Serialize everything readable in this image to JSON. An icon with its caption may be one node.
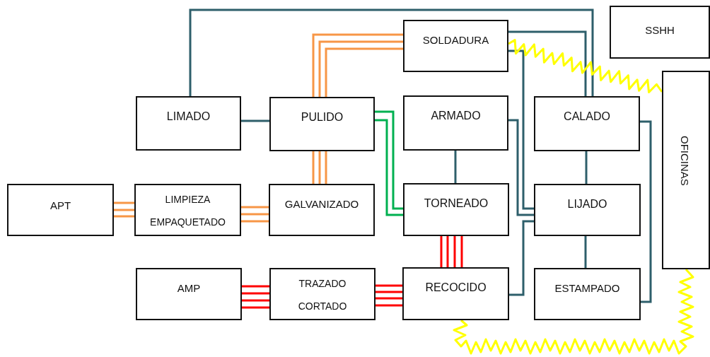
{
  "diagram": {
    "nodes": [
      {
        "text": [
          "SSHH"
        ]
      },
      {
        "text": [
          "SOLDADURA"
        ]
      },
      {
        "text": [
          "LIMADO"
        ]
      },
      {
        "text": [
          "PULIDO"
        ]
      },
      {
        "text": [
          "ARMADO"
        ]
      },
      {
        "text": [
          "CALADO"
        ]
      },
      {
        "text": [
          "OFICINAS"
        ]
      },
      {
        "text": [
          "APT"
        ]
      },
      {
        "text": [
          "LIMPIEZA EMPAQUETADO"
        ]
      },
      {
        "text": [
          "GALVANIZADO"
        ]
      },
      {
        "text": [
          "TORNEADO"
        ]
      },
      {
        "text": [
          "LIJADO"
        ]
      },
      {
        "text": [
          "AMP"
        ]
      },
      {
        "text": [
          "TRAZADO CORTADO"
        ]
      },
      {
        "text": [
          "RECOCIDO"
        ]
      },
      {
        "text": [
          "ESTAMPADO"
        ]
      }
    ],
    "edges": [
      {
        "from": 2,
        "to": 5,
        "arrow": "none",
        "color": "#2e5f6b"
      },
      {
        "from": 2,
        "to": 3,
        "arrow": "none",
        "color": "#2e5f6b"
      },
      {
        "from": 1,
        "to": 5,
        "arrow": "none",
        "color": "#2e5f6b"
      },
      {
        "from": 1,
        "to": 11,
        "arrow": "none",
        "color": "#2e5f6b"
      },
      {
        "from": 4,
        "to": 11,
        "arrow": "none",
        "color": "#2e5f6b"
      },
      {
        "from": 14,
        "to": 11,
        "arrow": "none",
        "color": "#2e5f6b"
      },
      {
        "from": 4,
        "to": 10,
        "arrow": "none",
        "color": "#2e5f6b"
      },
      {
        "from": 5,
        "to": 11,
        "arrow": "none",
        "color": "#2e5f6b"
      },
      {
        "from": 5,
        "to": 15,
        "arrow": "none",
        "color": "#2e5f6b"
      },
      {
        "from": 11,
        "to": 15,
        "arrow": "none",
        "color": "#2e5f6b"
      },
      {
        "from": 1,
        "to": 3,
        "arrow": "none",
        "color": "#f79646"
      },
      {
        "from": 1,
        "to": 3,
        "arrow": "none",
        "color": "#f79646"
      },
      {
        "from": 1,
        "to": 3,
        "arrow": "none",
        "color": "#f79646"
      },
      {
        "from": 3,
        "to": 9,
        "arrow": "none",
        "color": "#f79646"
      },
      {
        "from": 3,
        "to": 9,
        "arrow": "none",
        "color": "#f79646"
      },
      {
        "from": 3,
        "to": 9,
        "arrow": "none",
        "color": "#f79646"
      },
      {
        "from": 3,
        "to": 10,
        "arrow": "none",
        "color": "#00b050"
      },
      {
        "from": 3,
        "to": 10,
        "arrow": "none",
        "color": "#00b050"
      },
      {
        "from": 7,
        "to": 8,
        "arrow": "none",
        "color": "#f79646"
      },
      {
        "from": 7,
        "to": 8,
        "arrow": "none",
        "color": "#f79646"
      },
      {
        "from": 7,
        "to": 8,
        "arrow": "none",
        "color": "#f79646"
      },
      {
        "from": 8,
        "to": 9,
        "arrow": "none",
        "color": "#f79646"
      },
      {
        "from": 8,
        "to": 9,
        "arrow": "none",
        "color": "#f79646"
      },
      {
        "from": 8,
        "to": 9,
        "arrow": "none",
        "color": "#f79646"
      },
      {
        "from": 10,
        "to": 14,
        "arrow": "none",
        "color": "#ff0000"
      },
      {
        "from": 10,
        "to": 14,
        "arrow": "none",
        "color": "#ff0000"
      },
      {
        "from": 10,
        "to": 14,
        "arrow": "none",
        "color": "#ff0000"
      },
      {
        "from": 10,
        "to": 14,
        "arrow": "none",
        "color": "#ff0000"
      },
      {
        "from": 12,
        "to": 13,
        "arrow": "none",
        "color": "#ff0000"
      },
      {
        "from": 12,
        "to": 13,
        "arrow": "none",
        "color": "#ff0000"
      },
      {
        "from": 12,
        "to": 13,
        "arrow": "none",
        "color": "#ff0000"
      },
      {
        "from": 12,
        "to": 13,
        "arrow": "none",
        "color": "#ff0000"
      },
      {
        "from": 13,
        "to": 14,
        "arrow": "none",
        "color": "#ff0000"
      },
      {
        "from": 13,
        "to": 14,
        "arrow": "none",
        "color": "#ff0000"
      },
      {
        "from": 13,
        "to": 14,
        "arrow": "none",
        "color": "#ff0000"
      },
      {
        "from": 13,
        "to": 14,
        "arrow": "none",
        "color": "#ff0000"
      },
      {
        "from": 1,
        "to": 6,
        "arrow": "none",
        "color": "#ffff00"
      },
      {
        "from": 14,
        "to": 6,
        "arrow": "none",
        "color": "#ffff00"
      }
    ]
  }
}
